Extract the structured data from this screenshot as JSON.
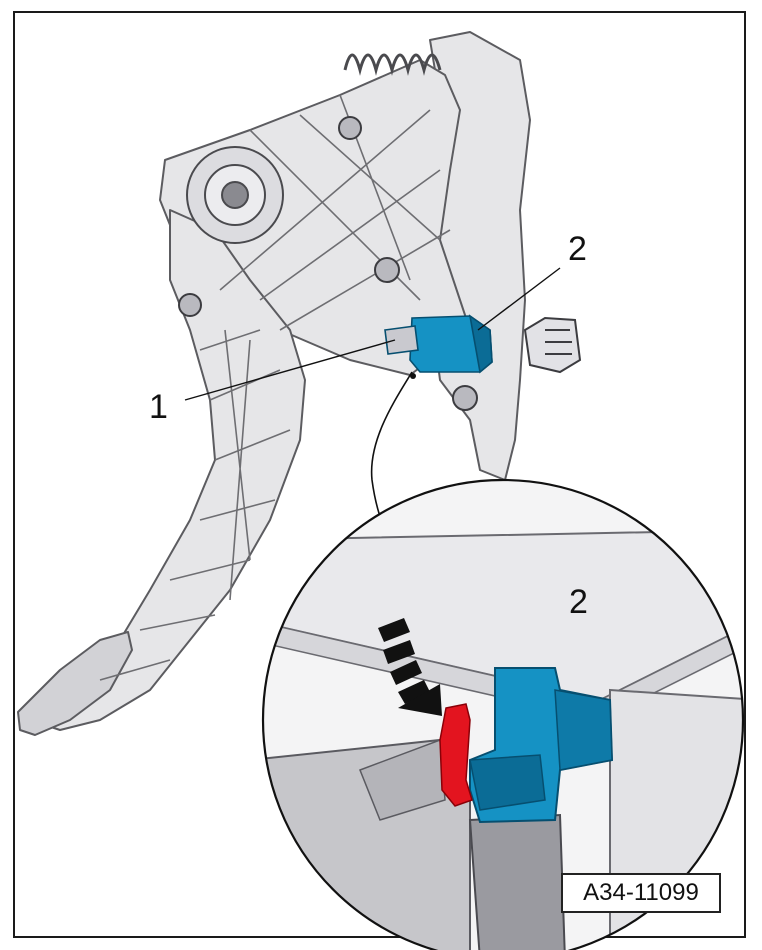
{
  "figure": {
    "callouts": {
      "item1": "1",
      "item2_main": "2",
      "item2_detail": "2"
    },
    "reference_code": "A34-11099"
  },
  "colors": {
    "frame": "#1a1a1a",
    "bracket_fill": "#e6e6e8",
    "bracket_stroke": "#5c5c60",
    "switch_blue": "#1592c4",
    "switch_blue_dark": "#0b6c96",
    "clip_red": "#e3141f",
    "arrow_black": "#111111"
  },
  "icons": {
    "arrow": "curved-dashed-arrow-icon"
  }
}
